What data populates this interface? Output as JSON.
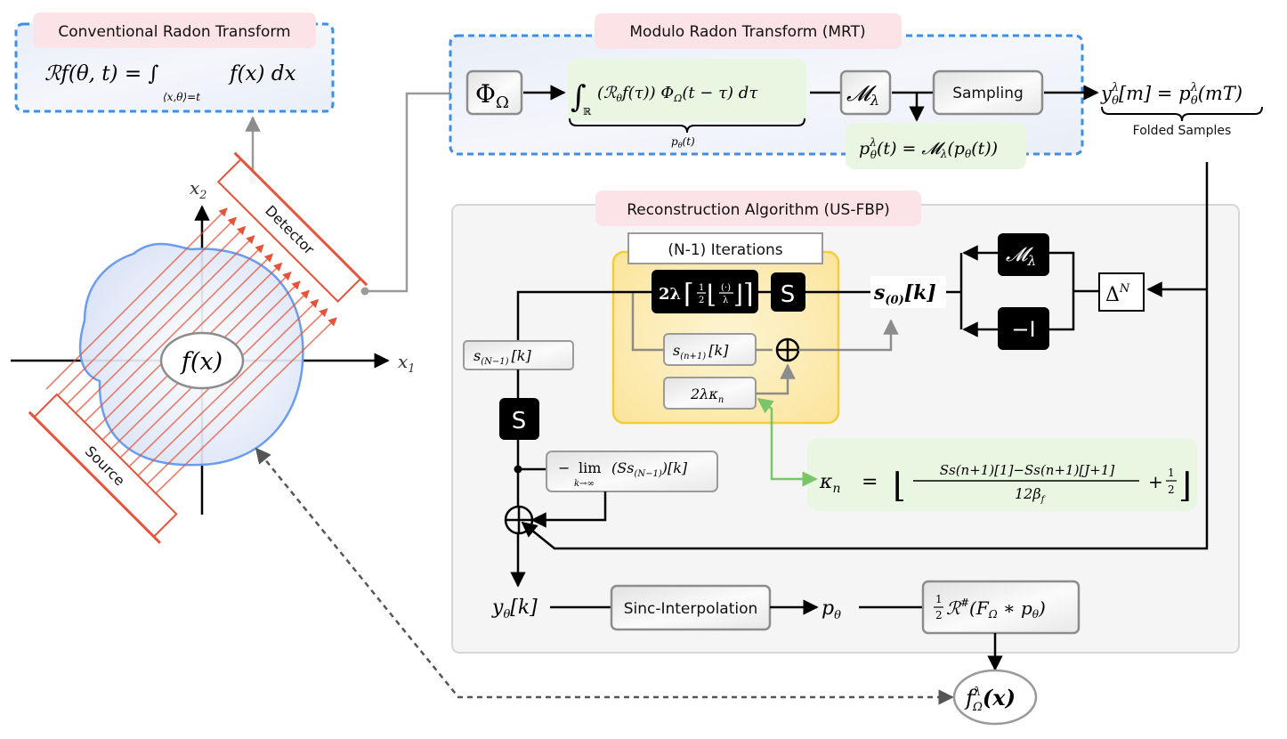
{
  "figure": {
    "conventional": {
      "title": "Conventional Radon Transform",
      "formula_lhs": "ℛf(θ, t) = ∫",
      "formula_sub": "⟨x,θ⟩=t",
      "formula_rhs": "f(x) dx"
    },
    "mrt": {
      "title": "Modulo Radon Transform (MRT)",
      "phi_block": "Φ",
      "phi_sub": "Ω",
      "integral_formula": "∫",
      "integral_sub": "ℝ",
      "integral_body": "(ℛ",
      "integral_body_sub": "θ",
      "integral_body2": "f(τ))  Φ",
      "integral_body2_sub": "Ω",
      "integral_body3": "(t − τ) dτ",
      "brace_label": "p",
      "brace_label_sub": "θ",
      "brace_label_tail": "(t)",
      "modulo_block": "𝓜",
      "modulo_sub": "λ",
      "sampling_block": "Sampling",
      "folded_formula_lhs": "p",
      "folded_formula_sup": "λ",
      "folded_formula_sub": "θ",
      "folded_formula_rhs": "(t) = 𝓜",
      "folded_formula_rhs_sub": "λ",
      "folded_formula_tail": "(p",
      "folded_formula_tail_sub": "θ",
      "folded_formula_end": "(t))"
    },
    "samples": {
      "formula_y": "y",
      "formula_y_sup": "λ",
      "formula_y_sub": "θ",
      "formula_mid": "[m] = p",
      "formula_p_sup": "λ",
      "formula_p_sub": "θ",
      "formula_end": "(mT)",
      "label": "Folded Samples"
    },
    "geometry": {
      "x1_label": "x",
      "x1_sub": "1",
      "x2_label": "x",
      "x2_sub": "2",
      "object_label": "f(x)",
      "detector_label": "Detector",
      "source_label": "Source"
    },
    "reconstruction": {
      "title": "Reconstruction Algorithm (US-FBP)",
      "iterations_label": "(N-1) Iterations",
      "round_block": "2λ⌈½⌊(·)/λ⌉⌉",
      "round_block_a": "2λ",
      "round_half_num": "1",
      "round_half_den": "2",
      "round_frac_num": "(·)",
      "round_frac_den": "λ",
      "s_block": "S",
      "s_n1_block": "s",
      "s_n1_sub": "(n+1)",
      "s_n1_tail": "[k]",
      "kappa_block": "2λκ",
      "kappa_sub": "n",
      "s0_label": "s",
      "s0_sub": "(0)",
      "s0_tail": "[k]",
      "modulo_block": "𝓜",
      "modulo_sub": "λ",
      "neg_identity_block": "−I",
      "delta_block": "Δ",
      "delta_sup": "N",
      "sN1_block": "s",
      "sN1_sub": "(N−1)",
      "sN1_tail": "[k]",
      "s_block_left": "S",
      "limit_minus": "−",
      "limit_lim": "lim",
      "limit_sub": "k→∞",
      "limit_body": "(Ss",
      "limit_body_sub": "(N−1)",
      "limit_tail": ")[k]",
      "kappa_formula_lhs": "κ",
      "kappa_formula_lhs_sub": "n",
      "kappa_formula_eq": "=",
      "kappa_num": "Ss(n+1)[1]−Ss(n+1)[J+1]",
      "kappa_den": "12β",
      "kappa_den_sub": "f",
      "kappa_plus": "+",
      "kappa_half_num": "1",
      "kappa_half_den": "2",
      "y_label": "y",
      "y_sub": "θ",
      "y_tail": "[k]",
      "sinc_block": "Sinc-Interpolation",
      "p_label": "p",
      "p_sub": "θ",
      "backproj_half_num": "1",
      "backproj_half_den": "2",
      "backproj_block": "ℛ",
      "backproj_sup": "#",
      "backproj_body": "(F",
      "backproj_body_sub": "Ω",
      "backproj_tail": " ∗ p",
      "backproj_tail_sub": "θ",
      "backproj_end": ")"
    },
    "output": {
      "label": "f",
      "sup": "λ",
      "sub": "Ω",
      "tail": "(x)"
    },
    "colors": {
      "blue_dashed": "#3d8fe6",
      "blue_object": "#6b9cf0",
      "red_rays": "#e5533a",
      "pink_title": "#fbe3e7",
      "green_box": "#e9f6e2",
      "green_arrow": "#7ac46a",
      "yellow_box": "#fbe9a6",
      "yellow_border": "#f2cd3c",
      "gray_connector": "#9a9a9a",
      "panel_bg": "#f6f5f6"
    }
  }
}
